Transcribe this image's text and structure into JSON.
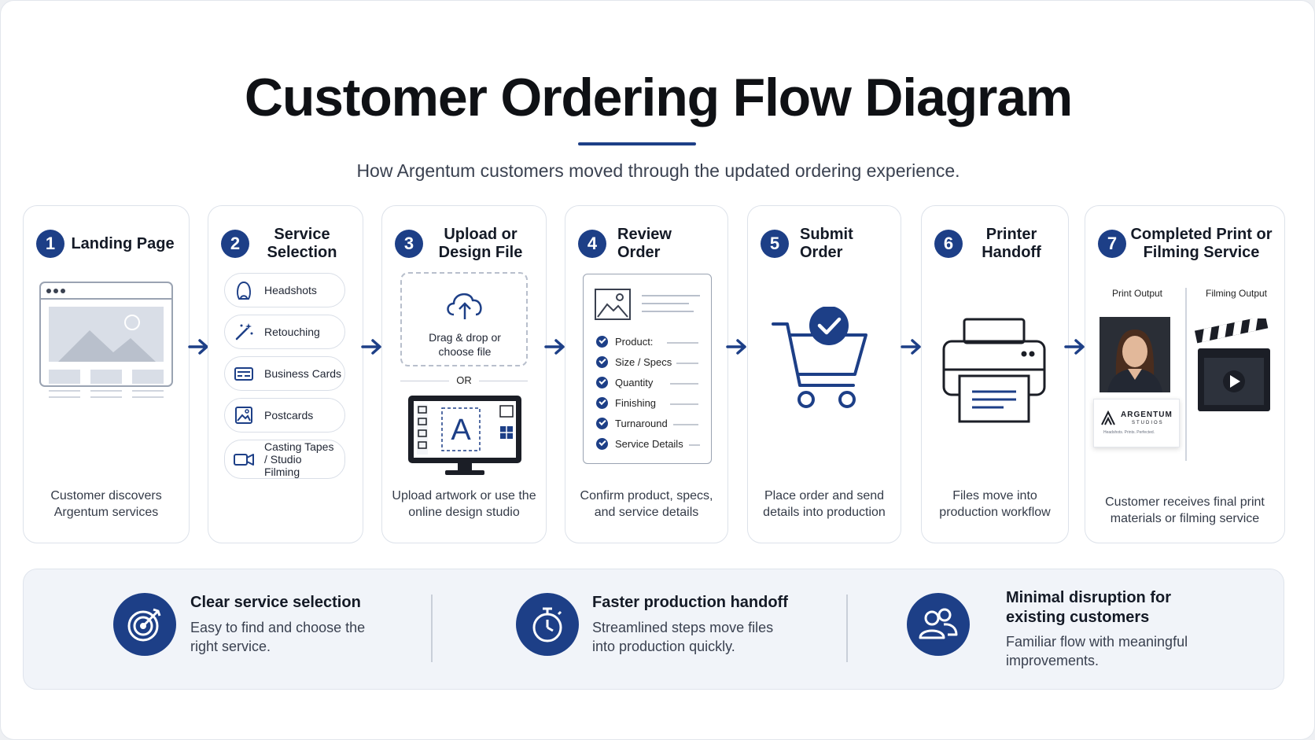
{
  "header": {
    "title": "Customer Ordering Flow Diagram",
    "subtitle": "How Argentum customers moved through the updated ordering experience."
  },
  "steps": [
    {
      "number": "1",
      "title": "Landing Page",
      "description": "Customer discovers Argentum services"
    },
    {
      "number": "2",
      "title": "Service Selection",
      "description": "",
      "services": [
        "Headshots",
        "Retouching",
        "Business Cards",
        "Postcards",
        "Casting Tapes / Studio Filming"
      ]
    },
    {
      "number": "3",
      "title": "Upload or Design File",
      "description": "Upload artwork or use the online design studio",
      "upload_text": "Drag & drop or choose file",
      "or_label": "OR",
      "design_letter": "A"
    },
    {
      "number": "4",
      "title": "Review Order",
      "description": "Confirm product, specs, and service details",
      "checklist": [
        "Product:",
        "Size / Specs",
        "Quantity",
        "Finishing",
        "Turnaround",
        "Service Details"
      ]
    },
    {
      "number": "5",
      "title": "Submit Order",
      "description": "Place order and send details into production"
    },
    {
      "number": "6",
      "title": "Printer Handoff",
      "description": "Files move into production workflow"
    },
    {
      "number": "7",
      "title": "Completed Print or Filming Service",
      "description": "Customer receives final print materials or filming service",
      "print_label": "Print Output",
      "film_label": "Filming Output",
      "logo_name": "ARGENTUM",
      "logo_sub": "STUDIOS",
      "logo_tagline": "Headshots. Prints. Perfected."
    }
  ],
  "benefits": [
    {
      "title": "Clear service selection",
      "text": "Easy to find and choose the right service.",
      "icon": "target-icon"
    },
    {
      "title": "Faster production handoff",
      "text": "Streamlined steps move files into production quickly.",
      "icon": "stopwatch-icon"
    },
    {
      "title": "Minimal disruption for existing customers",
      "text": "Familiar flow with meaningful improvements.",
      "icon": "users-icon"
    }
  ],
  "colors": {
    "accent": "#1d3f87",
    "border": "#dde2ea",
    "panel": "#f1f4f9"
  }
}
